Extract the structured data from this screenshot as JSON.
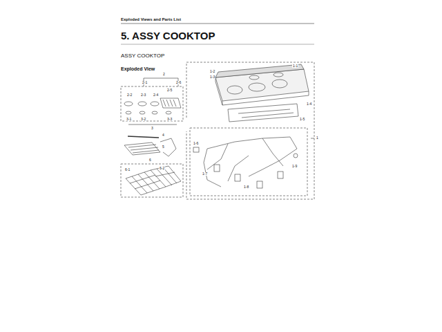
{
  "diagram": {
    "title": "5. ASSY COOKTOP",
    "labels": [
      "Exploded Views and Parts List",
      "ASSY COOKTOP",
      "Exploded View",
      "2",
      "2-1",
      "2-2",
      "2-3",
      "2-4",
      "2-5",
      "2-6",
      "3",
      "3-1",
      "3-2",
      "3-3",
      "4",
      "5",
      "6",
      "6-1",
      "6-2",
      "1",
      "1-1",
      "1-2",
      "1-3",
      "1-4",
      "1-5",
      "1-6",
      "1-7",
      "1-8",
      "1-9"
    ]
  }
}
